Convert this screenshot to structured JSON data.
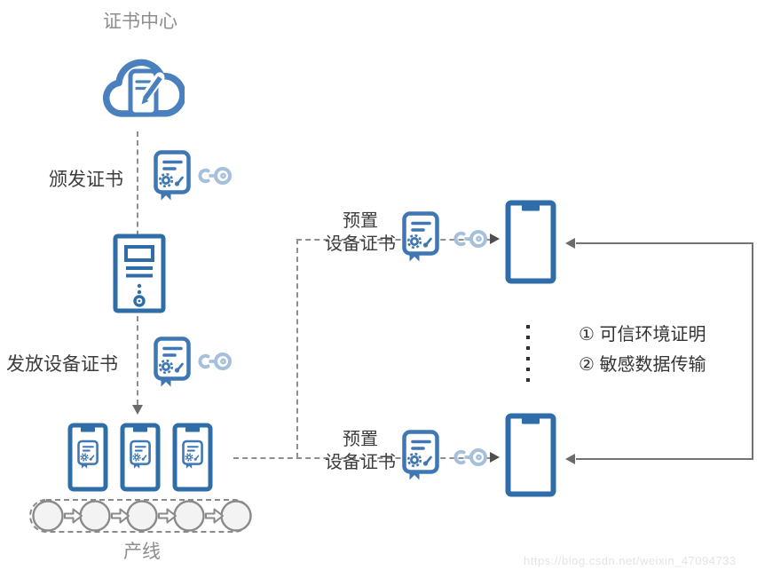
{
  "colors": {
    "primary_blue": "#2f6da8",
    "cert_blue": "#3f77b5",
    "cloud_blue": "#4a80bd",
    "key_light_blue": "#a6c0dc",
    "dash_gray": "#8f8f8f",
    "arrow_gray": "#6b6b6b",
    "text_dark": "#3d3d3d",
    "text_gray": "#8e8e8e"
  },
  "nodes": {
    "certificate_center": "证书中心",
    "production_line": "产线"
  },
  "labels": {
    "issue_certificate": "颁发证书",
    "distribute_device_certificate": "发放设备证书",
    "preset": {
      "line1": "预置",
      "line2": "设备证书"
    }
  },
  "notes": {
    "item1": "① 可信环境证明",
    "item2": "② 敏感数据传输"
  },
  "watermark": "https://blog.csdn.net/weixin_47094733",
  "icons": {
    "cloud": "cloud-certificate-authority",
    "certificate": "certificate-with-seal",
    "key": "key",
    "server": "server-tower",
    "phone": "smartphone",
    "conveyor": "production-conveyor-belt"
  }
}
